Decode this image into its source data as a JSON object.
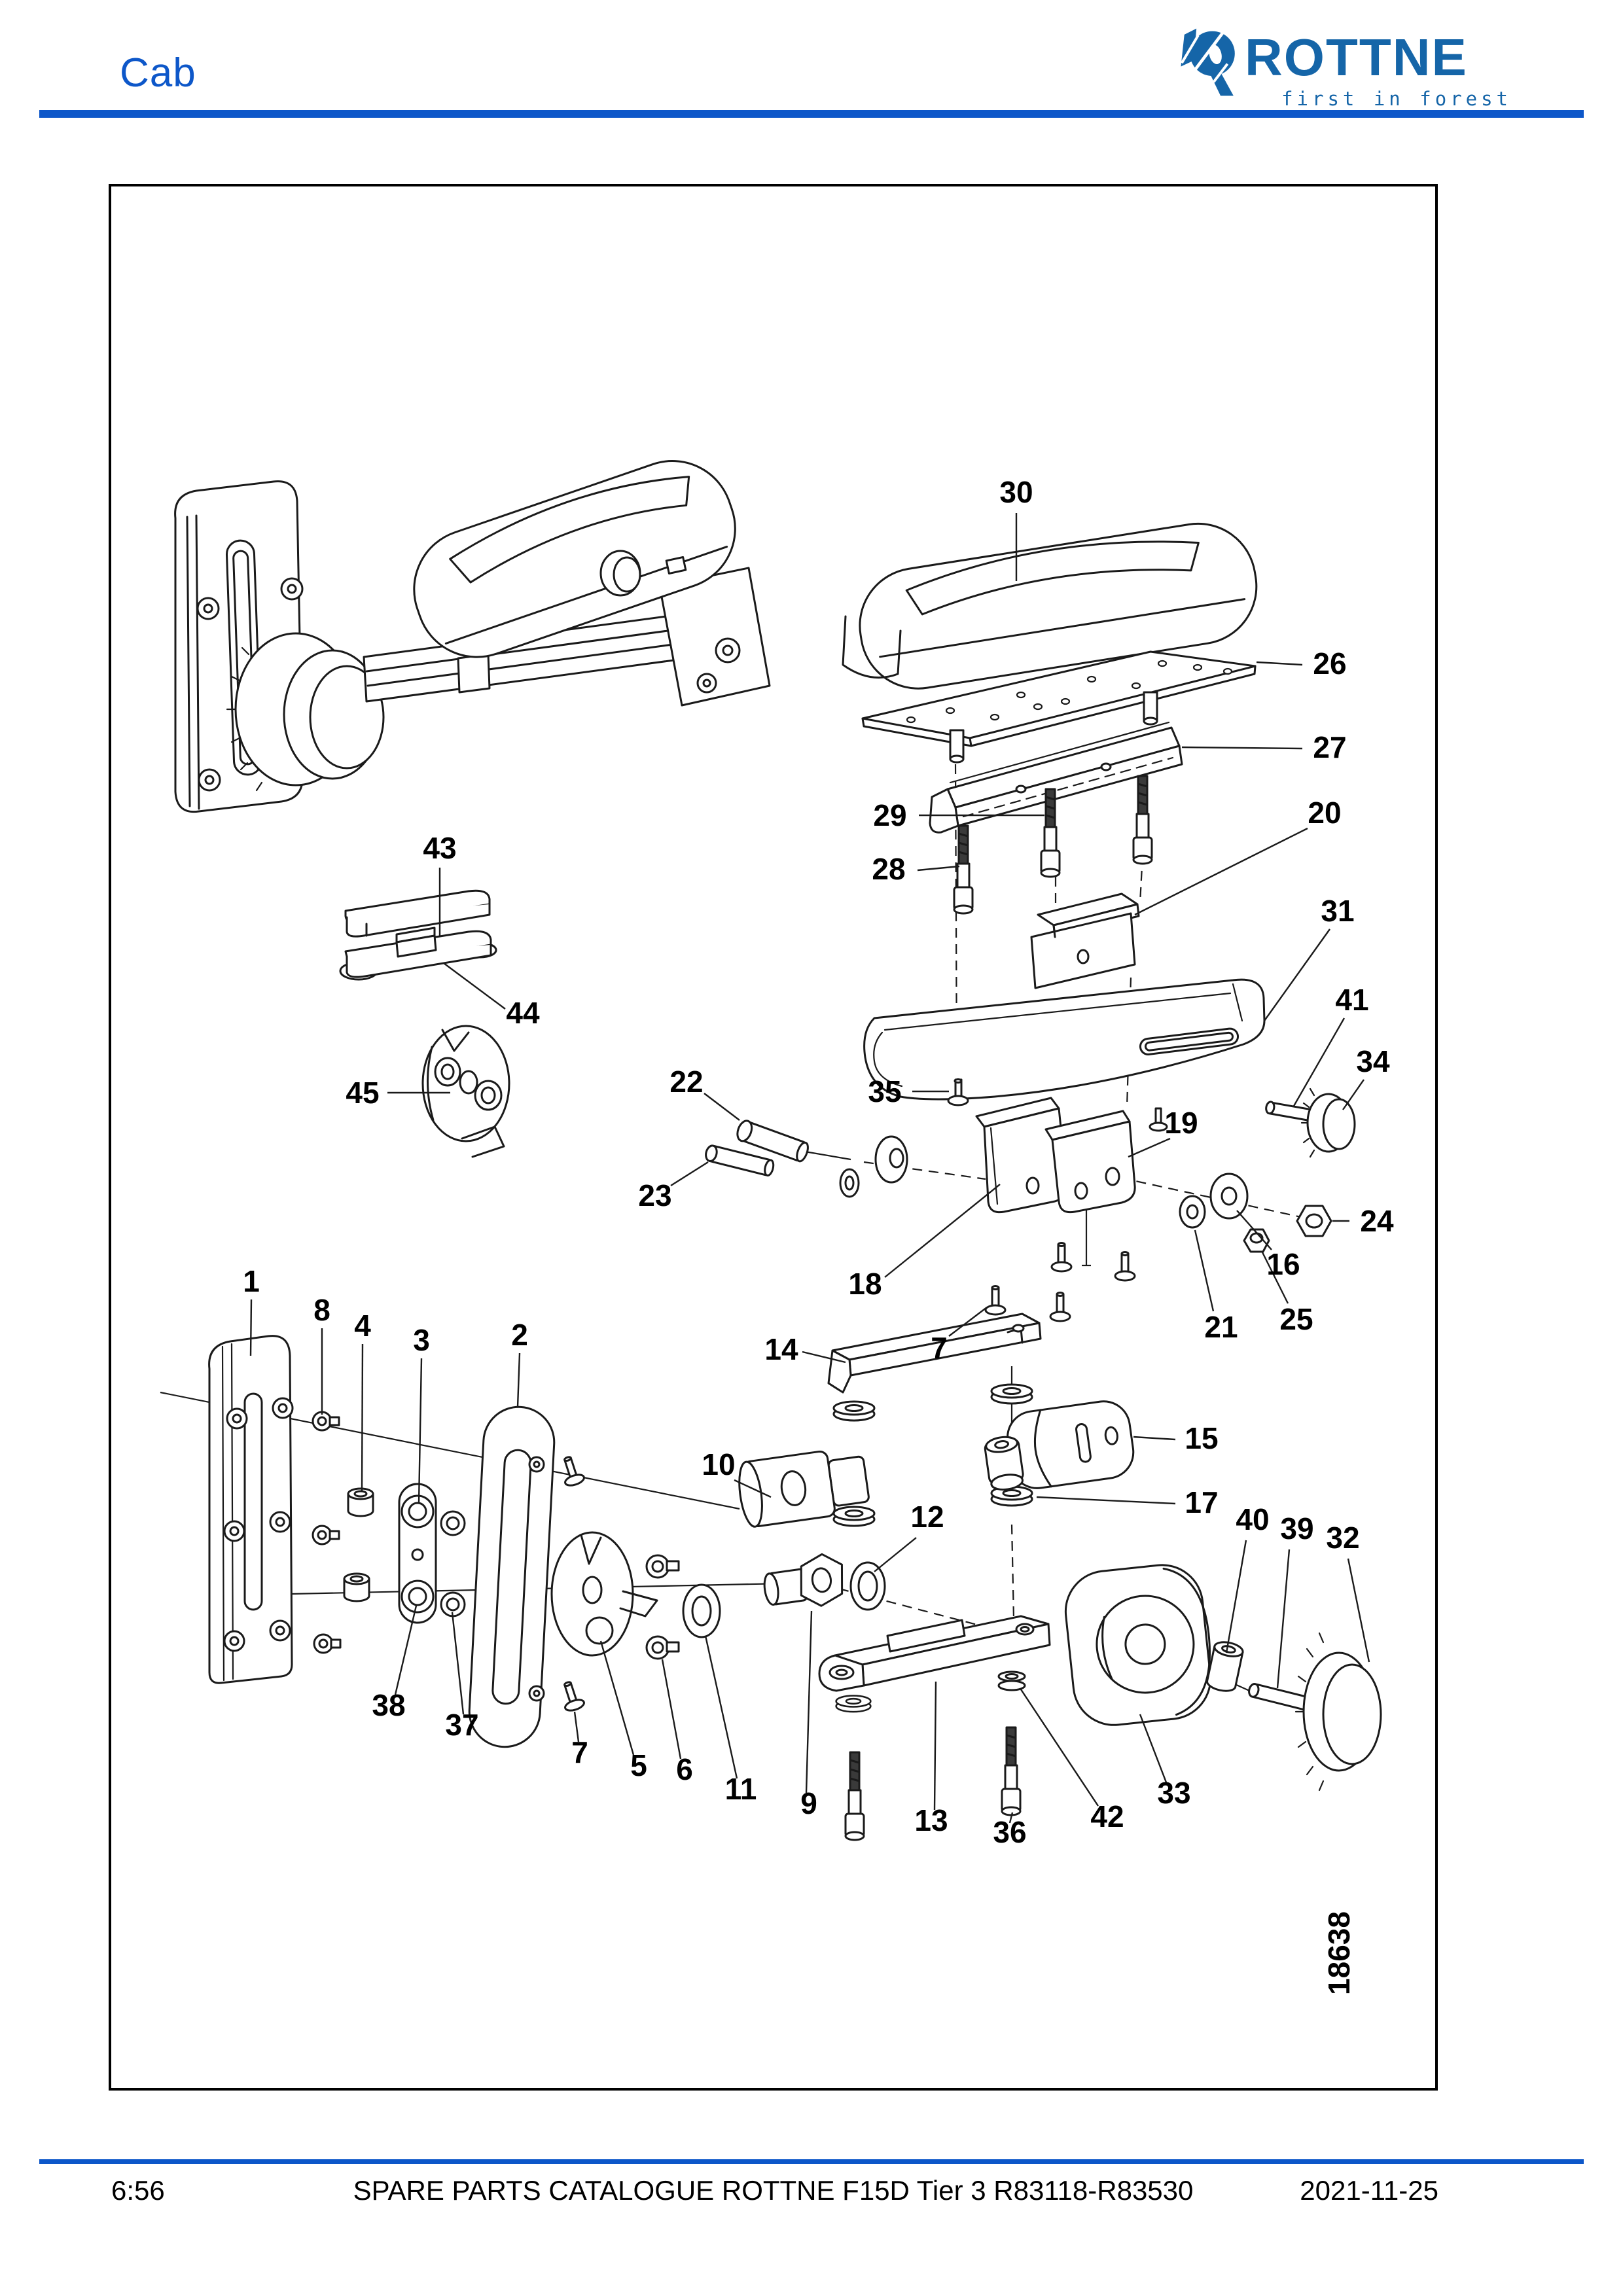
{
  "page": {
    "title": "Cab"
  },
  "theme": {
    "accent_blue": "#0d57c9",
    "logo_blue": "#1565a8",
    "line_color": "#1a1a1a"
  },
  "logo": {
    "brand": "ROTTNE",
    "tagline": "first in forest"
  },
  "diagram": {
    "figure_number": "18638",
    "labels": {
      "l1": {
        "num": "1"
      },
      "l2": {
        "num": "2"
      },
      "l3": {
        "num": "3"
      },
      "l4": {
        "num": "4"
      },
      "l5": {
        "num": "5"
      },
      "l6": {
        "num": "6"
      },
      "l7a": {
        "num": "7"
      },
      "l7b": {
        "num": "7"
      },
      "l8": {
        "num": "8"
      },
      "l9": {
        "num": "9"
      },
      "l10": {
        "num": "10"
      },
      "l11": {
        "num": "11"
      },
      "l12": {
        "num": "12"
      },
      "l13": {
        "num": "13"
      },
      "l14": {
        "num": "14"
      },
      "l15": {
        "num": "15"
      },
      "l16": {
        "num": "16"
      },
      "l17": {
        "num": "17"
      },
      "l18": {
        "num": "18"
      },
      "l19": {
        "num": "19"
      },
      "l20": {
        "num": "20"
      },
      "l21": {
        "num": "21"
      },
      "l22": {
        "num": "22"
      },
      "l23": {
        "num": "23"
      },
      "l24": {
        "num": "24"
      },
      "l25": {
        "num": "25"
      },
      "l26": {
        "num": "26"
      },
      "l27": {
        "num": "27"
      },
      "l28": {
        "num": "28"
      },
      "l29": {
        "num": "29"
      },
      "l30": {
        "num": "30"
      },
      "l31": {
        "num": "31"
      },
      "l32": {
        "num": "32"
      },
      "l33": {
        "num": "33"
      },
      "l34": {
        "num": "34"
      },
      "l35": {
        "num": "35"
      },
      "l36": {
        "num": "36"
      },
      "l37": {
        "num": "37"
      },
      "l38": {
        "num": "38"
      },
      "l39": {
        "num": "39"
      },
      "l40": {
        "num": "40"
      },
      "l41": {
        "num": "41"
      },
      "l42": {
        "num": "42"
      },
      "l43": {
        "num": "43"
      },
      "l44": {
        "num": "44"
      },
      "l45": {
        "num": "45"
      }
    }
  },
  "footer": {
    "page_number": "6:56",
    "title": "SPARE PARTS CATALOGUE ROTTNE F15D Tier 3 R83118-R83530",
    "date": "2021-11-25"
  }
}
